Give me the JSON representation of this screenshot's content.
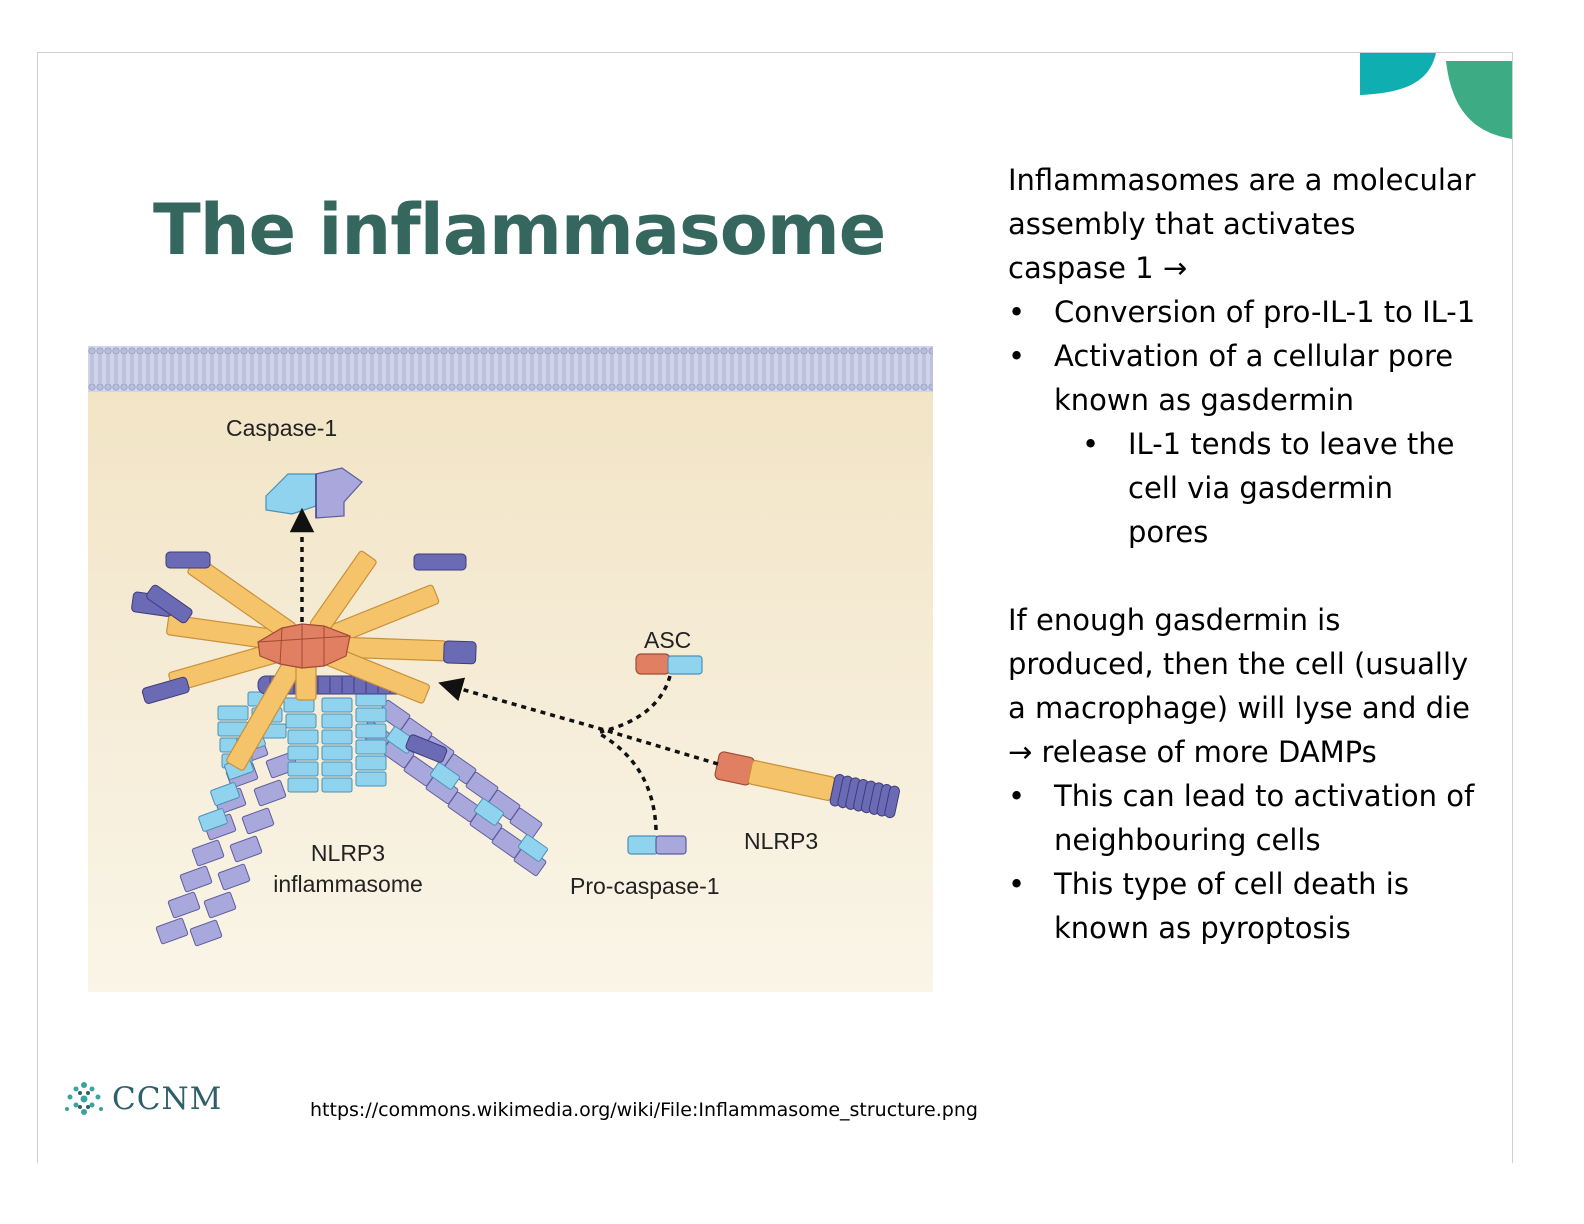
{
  "slide": {
    "title": "The inflammasome",
    "source_url": "https://commons.wikimedia.org/wiki/File:Inflammasome_structure.png",
    "logo_text": "CCNM"
  },
  "figure": {
    "labels": {
      "caspase1": "Caspase-1",
      "asc": "ASC",
      "nlrp3": "NLRP3",
      "inflammasome_line1": "NLRP3",
      "inflammasome_line2": "inflammasome",
      "procaspase": "Pro-caspase-1"
    }
  },
  "body": {
    "intro": "Inflammasomes are a molecular assembly that activates caspase 1 →",
    "bullets_a": [
      "Conversion of pro-IL-1 to IL-1",
      "Activation of a cellular pore known as gasdermin"
    ],
    "subbullet": "IL-1 tends to leave the cell via gasdermin pores",
    "para2": "If enough gasdermin is produced, then the cell (usually a macrophage) will lyse and die → release of more DAMPs",
    "bullets_b": [
      "This can lead to activation of neighbouring cells",
      "This type of cell death is known as pyroptosis"
    ]
  },
  "colors": {
    "title": "#35675f",
    "accent_teal": "#0faeb0",
    "accent_green": "#3dac85",
    "membrane": "#c7cde6",
    "cytoplasm": "#f6ecd0",
    "caspase_blue": "#8fd3ee",
    "caspase_violet": "#a9a8dc",
    "pyrin_red": "#e07f62",
    "nacht_yellow": "#f5c46a",
    "lrr_indigo": "#6b6bb5"
  }
}
